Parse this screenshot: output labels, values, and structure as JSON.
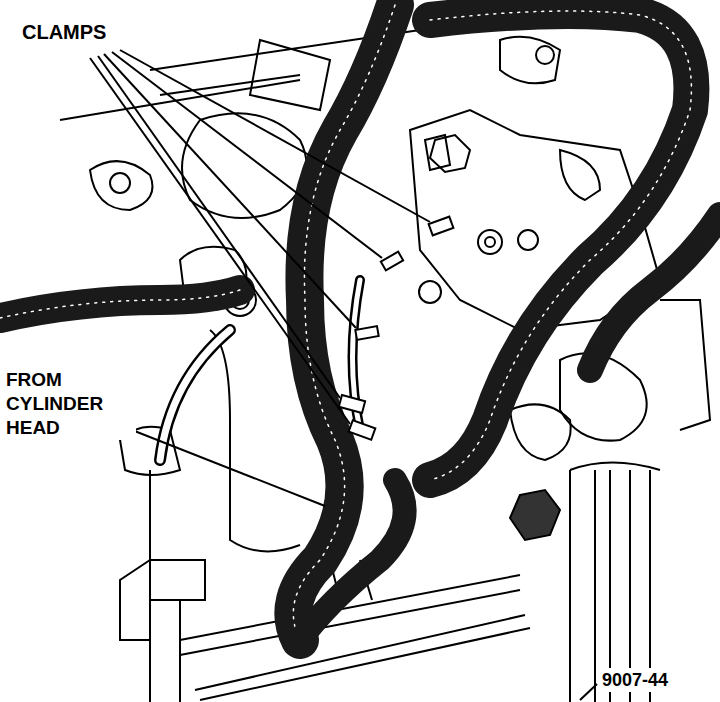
{
  "diagram": {
    "labels": [
      "CLAMPS",
      "FROM CYLINDER HEAD",
      "9007-44"
    ]
  }
}
